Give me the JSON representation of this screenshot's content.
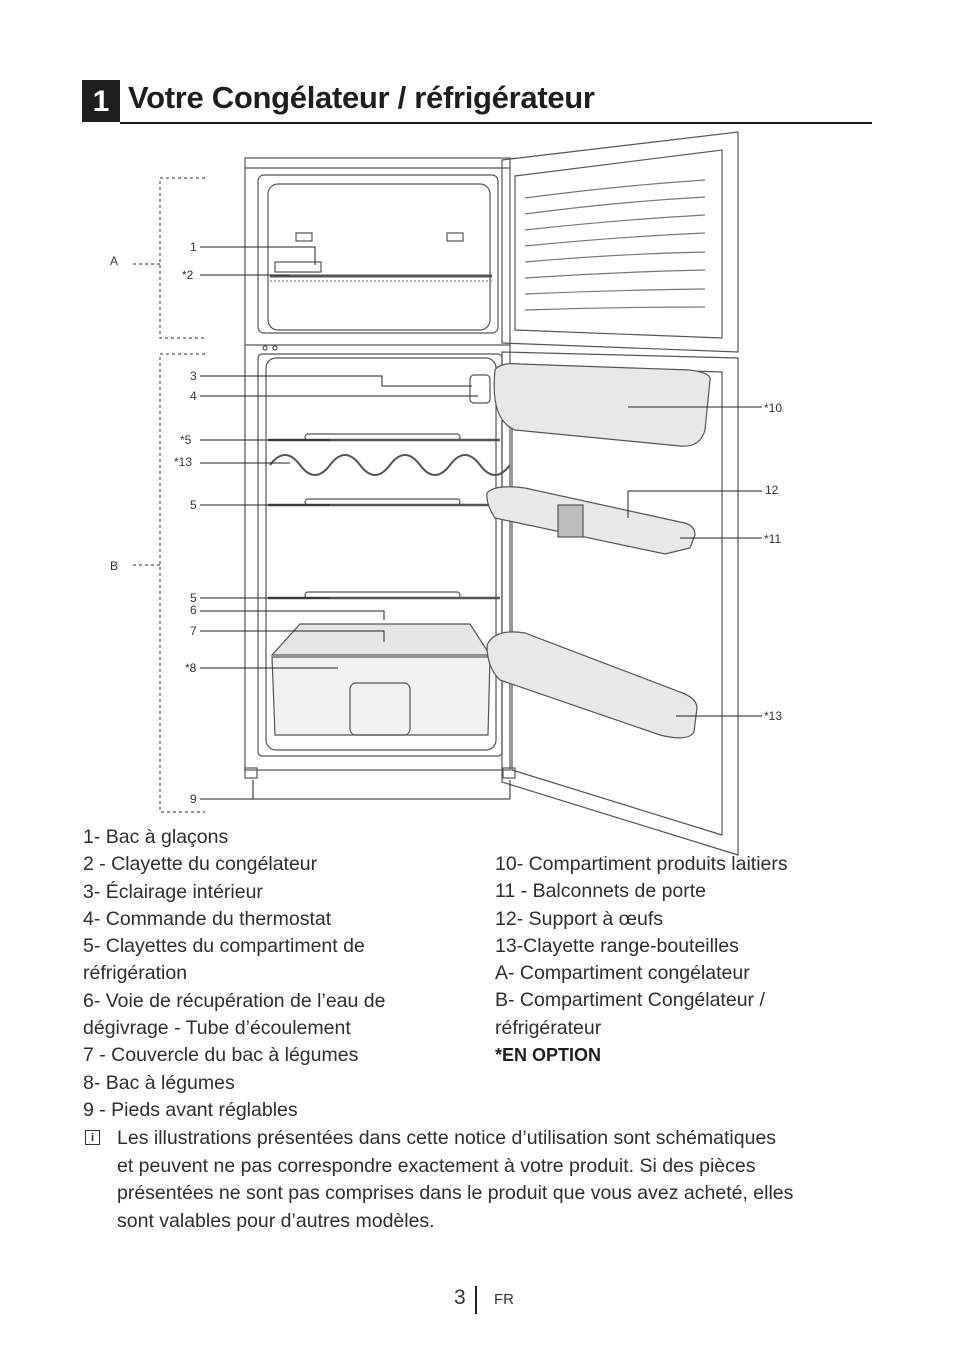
{
  "header": {
    "section_number": "1",
    "title": "Votre Congélateur / réfrigérateur"
  },
  "diagram": {
    "callouts": {
      "c1": "1",
      "c2": "*2",
      "c3": "3",
      "c4": "4",
      "c5a": "*5",
      "c13a": "*13",
      "c5b": "5",
      "c5c": "5",
      "c6": "6",
      "c7": "7",
      "c8": "*8",
      "c9": "9",
      "c10": "*10",
      "c12": "12",
      "c11": "*11",
      "c13b": "*13",
      "zoneA": "A",
      "zoneB": "B"
    }
  },
  "legend": {
    "left": [
      "1-  Bac à glaçons",
      "2 - Clayette du congélateur",
      "3-  Éclairage intérieur",
      "4-  Commande du thermostat",
      "5-  Clayettes du compartiment de",
      "réfrigération",
      "6-   Voie de récupération de l’eau de",
      "dégivrage - Tube d’écoulement",
      "7 - Couvercle du bac à légumes",
      "8-  Bac à légumes",
      "9 - Pieds avant réglables"
    ],
    "right": [
      "10- Compartiment produits laitiers",
      "11 - Balconnets de porte",
      "12- Support à œufs",
      "13-Clayette range-bouteilles",
      "A- Compartiment congélateur",
      "B- Compartiment Congélateur /",
      "réfrigérateur"
    ],
    "optional_label": "*EN OPTION"
  },
  "note": {
    "icon": "info-icon",
    "lines": [
      "Les illustrations présentées dans cette notice d’utilisation sont schématiques",
      "et peuvent ne pas correspondre exactement à votre produit. Si des pièces",
      "présentées ne sont pas comprises dans le produit que vous avez acheté, elles",
      "sont valables pour d’autres modèles."
    ]
  },
  "footer": {
    "page_number": "3",
    "language": "FR"
  }
}
